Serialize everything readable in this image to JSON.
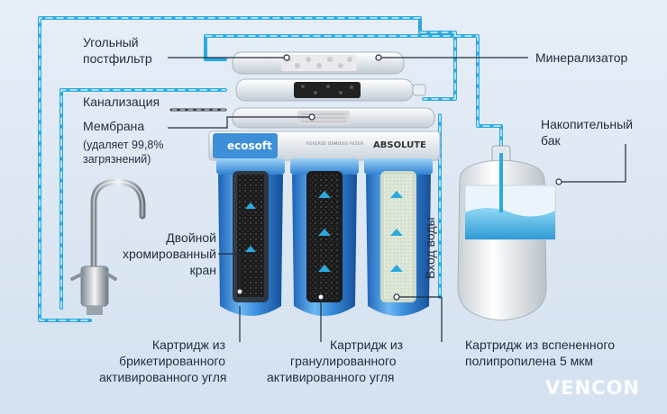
{
  "labels": {
    "postfilter": [
      "Угольный",
      "постфильтр"
    ],
    "mineralizer": "Минерализатор",
    "sewer": "Канализация",
    "membrane": "Мембрана",
    "membrane_note": [
      "(удаляет 99,8%",
      "загрязнений)"
    ],
    "tank": [
      "Накопительный",
      "бак"
    ],
    "faucet": [
      "Двойной",
      "хромированный",
      "кран"
    ],
    "water_inlet": "Вход воды",
    "cartridge_block": [
      "Картридж из",
      "брикетированного",
      "активированного угля"
    ],
    "cartridge_granular": [
      "Картридж из",
      "гранулированного",
      "активированного угля"
    ],
    "cartridge_pp": [
      "Картридж из вспененного",
      "полипропилена 5 мкм"
    ]
  },
  "unit": {
    "brand": "ecosoft",
    "model": "ABSOLUTE",
    "subtitle": "REVERSE OSMOSIS FILTER"
  },
  "watermark": "VENCON",
  "colors": {
    "pipe": "#2aa9e0",
    "housing": "#3d8fd8",
    "leader": "#1f2d3d",
    "dash": "#ffffff"
  }
}
